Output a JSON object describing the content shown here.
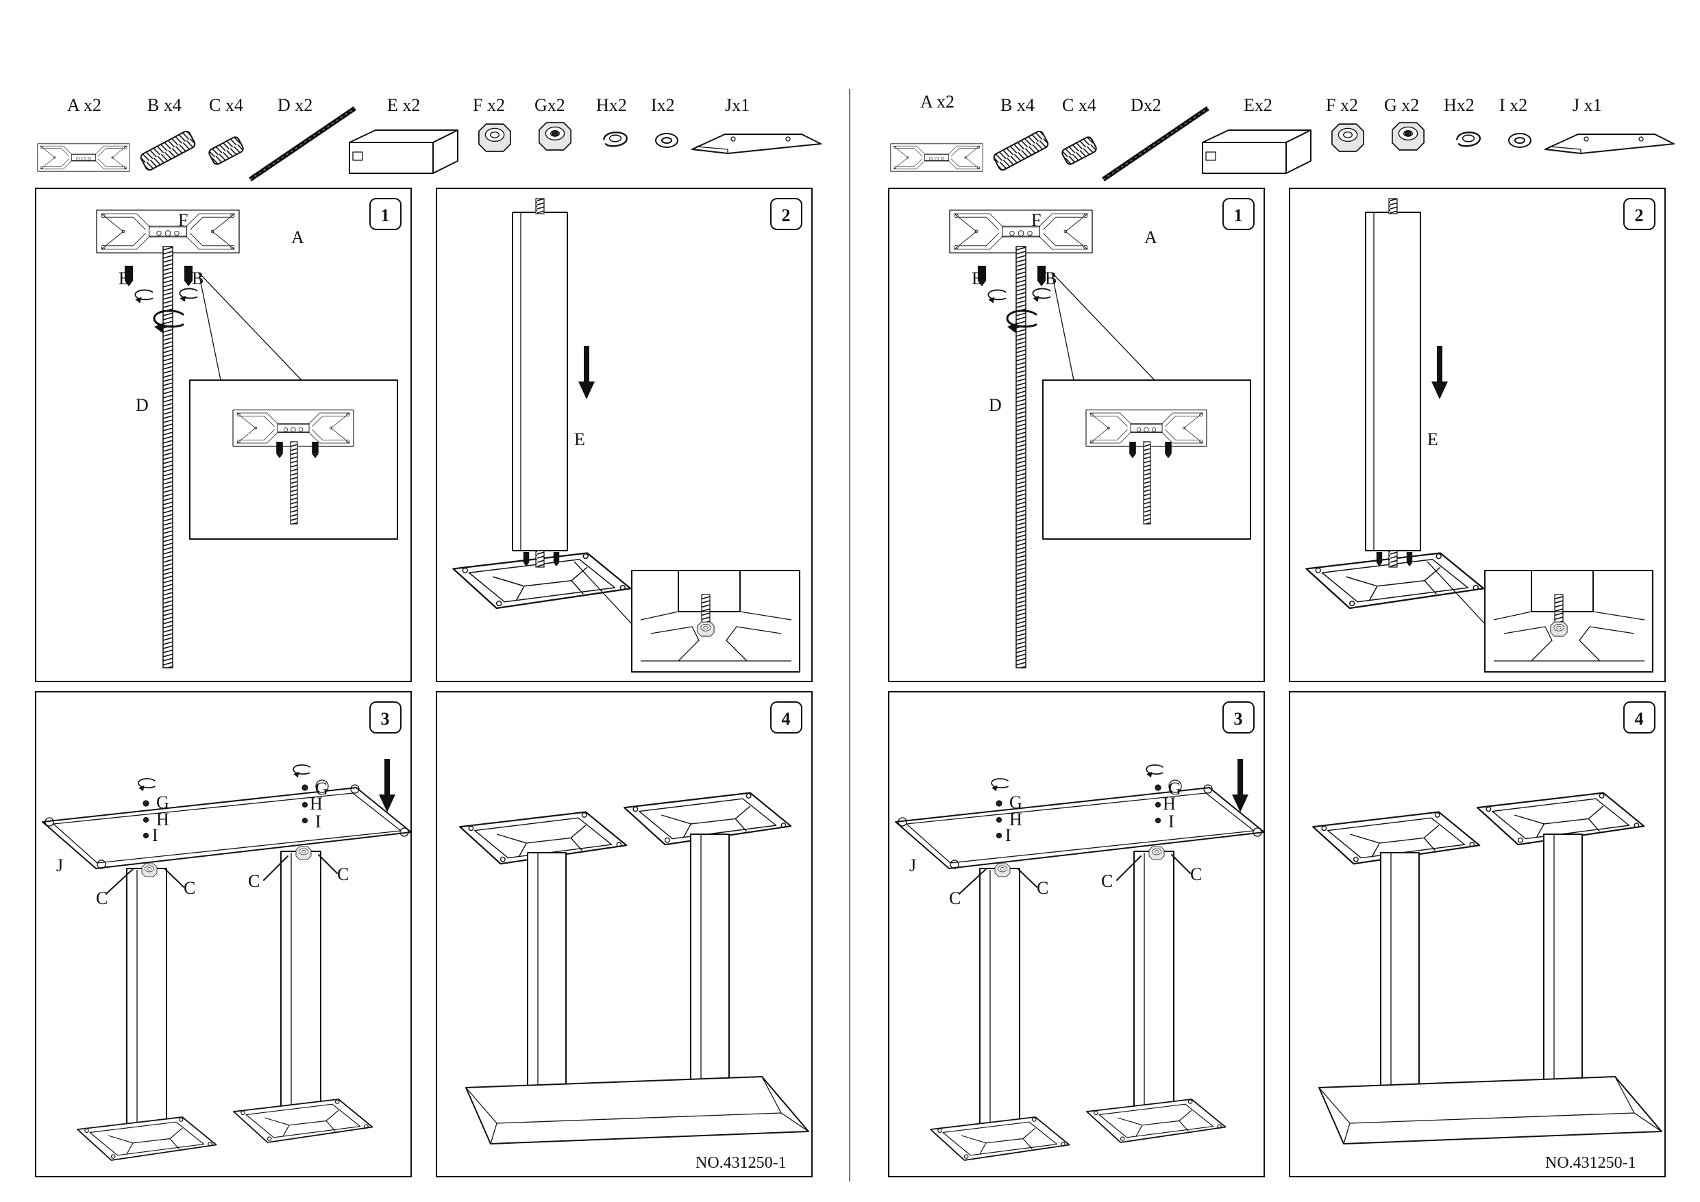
{
  "sheets": [
    {
      "parts": [
        {
          "id": "A",
          "label": "A x2"
        },
        {
          "id": "B",
          "label": "B x4"
        },
        {
          "id": "C",
          "label": "C x4"
        },
        {
          "id": "D",
          "label": "D x2"
        },
        {
          "id": "E",
          "label": "E x2"
        },
        {
          "id": "F",
          "label": "F x2"
        },
        {
          "id": "G",
          "label": "Gx2"
        },
        {
          "id": "H",
          "label": "Hx2"
        },
        {
          "id": "I",
          "label": "Ix2"
        },
        {
          "id": "J",
          "label": "Jx1"
        }
      ],
      "steps": [
        "1",
        "2",
        "3",
        "4"
      ],
      "doc_number": "NO.431250-1"
    },
    {
      "parts": [
        {
          "id": "A",
          "label": "A x2"
        },
        {
          "id": "B",
          "label": "B x4"
        },
        {
          "id": "C",
          "label": "C x4"
        },
        {
          "id": "D",
          "label": "Dx2"
        },
        {
          "id": "E",
          "label": "Ex2"
        },
        {
          "id": "F",
          "label": "F x2"
        },
        {
          "id": "G",
          "label": "G x2"
        },
        {
          "id": "H",
          "label": "Hx2"
        },
        {
          "id": "I",
          "label": "I x2"
        },
        {
          "id": "J",
          "label": "J x1"
        }
      ],
      "steps": [
        "1",
        "2",
        "3",
        "4"
      ],
      "doc_number": "NO.431250-1"
    }
  ],
  "callouts": {
    "A": "A",
    "B": "B",
    "C": "C",
    "D": "D",
    "E": "E",
    "F": "F",
    "G": "G",
    "H": "H",
    "I": "I",
    "J": "J"
  },
  "icons": [
    "rotate-arrow-icon",
    "down-arrow-icon",
    "bolt-icon",
    "nut-icon",
    "washer-icon"
  ]
}
